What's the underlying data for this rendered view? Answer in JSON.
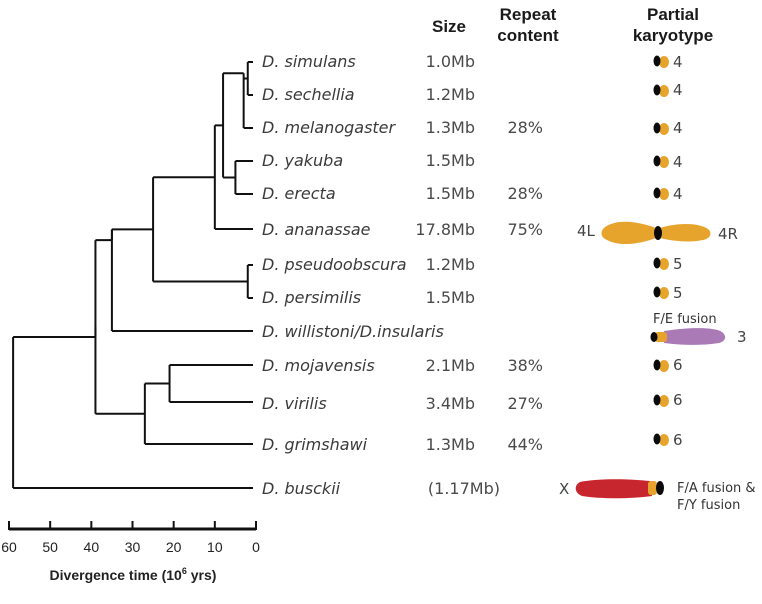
{
  "headers": {
    "size": "Size",
    "repeat_line1": "Repeat",
    "repeat_line2": "content",
    "karyotype_line1": "Partial",
    "karyotype_line2": "karyotype"
  },
  "species": [
    {
      "name": "D. simulans",
      "size": "1.0Mb",
      "repeat": "",
      "chromosome": "4"
    },
    {
      "name": "D. sechellia",
      "size": "1.2Mb",
      "repeat": "",
      "chromosome": "4"
    },
    {
      "name": "D. melanogaster",
      "size": "1.3Mb",
      "repeat": "28%",
      "chromosome": "4"
    },
    {
      "name": "D. yakuba",
      "size": "1.5Mb",
      "repeat": "",
      "chromosome": "4"
    },
    {
      "name": "D. erecta",
      "size": "1.5Mb",
      "repeat": "28%",
      "chromosome": "4"
    },
    {
      "name": "D. ananassae",
      "size": "17.8Mb",
      "repeat": "75%",
      "chromosome": "",
      "arm_left": "4L",
      "arm_right": "4R"
    },
    {
      "name": "D. pseudoobscura",
      "size": "1.2Mb",
      "repeat": "",
      "chromosome": "5"
    },
    {
      "name": "D. persimilis",
      "size": "1.5Mb",
      "repeat": "",
      "chromosome": "5"
    },
    {
      "name": "D. willistoni/D.insularis",
      "size": "",
      "repeat": "",
      "chromosome": "3",
      "note": "F/E fusion"
    },
    {
      "name": "D. mojavensis",
      "size": "2.1Mb",
      "repeat": "38%",
      "chromosome": "6"
    },
    {
      "name": "D. virilis",
      "size": "3.4Mb",
      "repeat": "27%",
      "chromosome": "6"
    },
    {
      "name": "D. grimshawi",
      "size": "1.3Mb",
      "repeat": "44%",
      "chromosome": "6"
    },
    {
      "name": "D. busckii",
      "size": "(1.17Mb)",
      "repeat": "",
      "chromosome": "X",
      "note_line1": "F/A fusion &",
      "note_line2": "F/Y fusion"
    }
  ],
  "axis": {
    "ticks": [
      "60",
      "50",
      "40",
      "30",
      "20",
      "10",
      "0"
    ],
    "tick_values": [
      60,
      50,
      40,
      30,
      20,
      10,
      0
    ],
    "label_main": "Divergence time (10",
    "label_sup": "6",
    "label_end": " yrs)"
  },
  "tree_nodes_mya": {
    "sim_sec": 2,
    "mel": 3,
    "yak_ere": 5,
    "mel_group": 8,
    "with_ana": 10,
    "pse_per": 2,
    "obscura_melano": 25,
    "with_wil": 35,
    "moj_vir": 21,
    "with_gri": 27,
    "sophophora_drosophila": 39,
    "root": 59
  },
  "colors": {
    "dot_chromosome": "#E6A42C",
    "willistoni_chromosome": "#A97AB5",
    "busckii_chromosome": "#C8262E",
    "centromere": "#0a0a0a"
  }
}
